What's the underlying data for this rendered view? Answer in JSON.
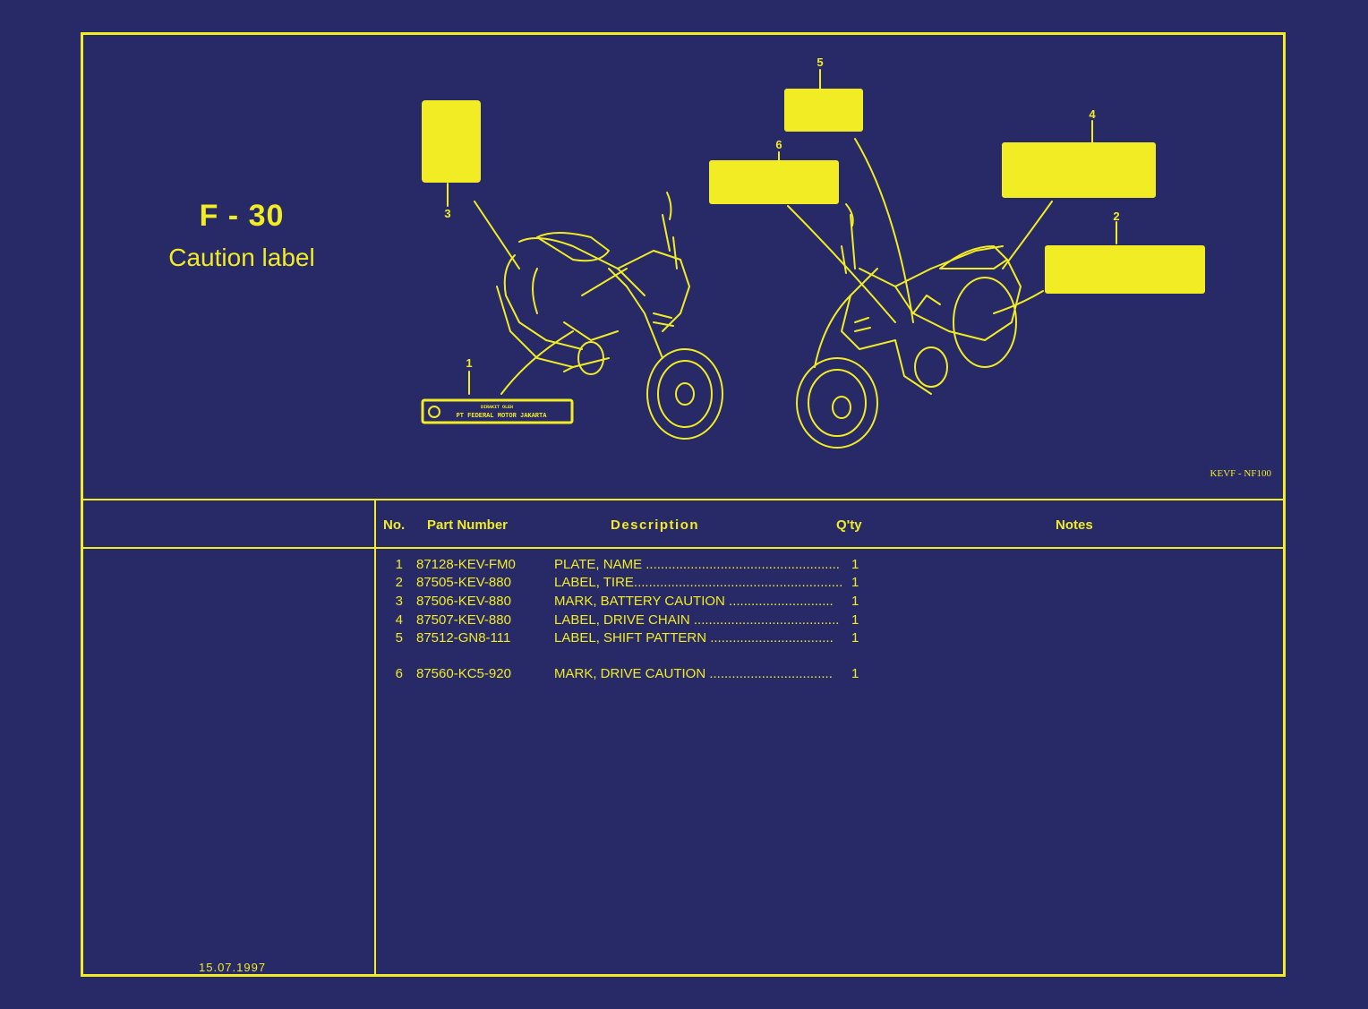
{
  "figure": {
    "code": "F - 30",
    "title": "Caution label",
    "model_code": "KEVF - NF100",
    "date": "15.07.1997"
  },
  "callouts": [
    "1",
    "2",
    "3",
    "4",
    "5",
    "6"
  ],
  "plate_text": {
    "line1": "DIRAKIT OLEH",
    "line2": "PT FEDERAL MOTOR JAKARTA"
  },
  "table": {
    "headers": {
      "no": "No.",
      "part_number": "Part Number",
      "description": "Description",
      "qty": "Q'ty",
      "notes": "Notes"
    },
    "rows": [
      {
        "no": "1",
        "part_number": "87128-KEV-FM0",
        "description": "PLATE, NAME ....................................................",
        "qty": "1"
      },
      {
        "no": "2",
        "part_number": "87505-KEV-880",
        "description": "LABEL, TIRE........................................................",
        "qty": "1"
      },
      {
        "no": "3",
        "part_number": "87506-KEV-880",
        "description": "MARK, BATTERY CAUTION ............................",
        "qty": "1"
      },
      {
        "no": "4",
        "part_number": "87507-KEV-880",
        "description": "LABEL, DRIVE CHAIN .......................................",
        "qty": "1"
      },
      {
        "no": "5",
        "part_number": "87512-GN8-111",
        "description": "LABEL, SHIFT PATTERN .................................",
        "qty": "1"
      },
      {
        "no": "6",
        "part_number": "87560-KC5-920",
        "description": "MARK, DRIVE CAUTION .................................",
        "qty": "1"
      }
    ]
  },
  "colors": {
    "background": "#272a66",
    "line": "#f2ec24"
  }
}
